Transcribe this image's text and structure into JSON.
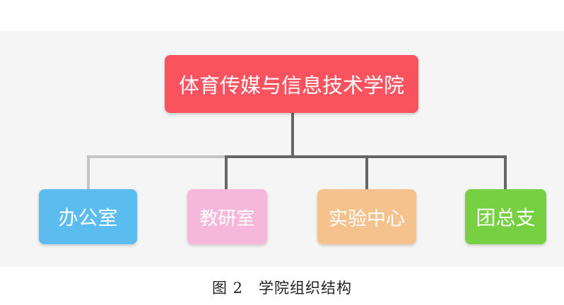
{
  "diagram": {
    "root": {
      "label": "体育传媒与信息技术学院",
      "color": "#fa525e"
    },
    "children": [
      {
        "label": "办公室",
        "color": "#5bbcf0"
      },
      {
        "label": "教研室",
        "color": "#f5b8db"
      },
      {
        "label": "实验中心",
        "color": "#f5c28e"
      },
      {
        "label": "团总支",
        "color": "#76d042"
      }
    ],
    "connector_colors": {
      "main": "#666666",
      "faded": "#c4c4c4"
    }
  },
  "caption": "图 2　学院组织结构"
}
